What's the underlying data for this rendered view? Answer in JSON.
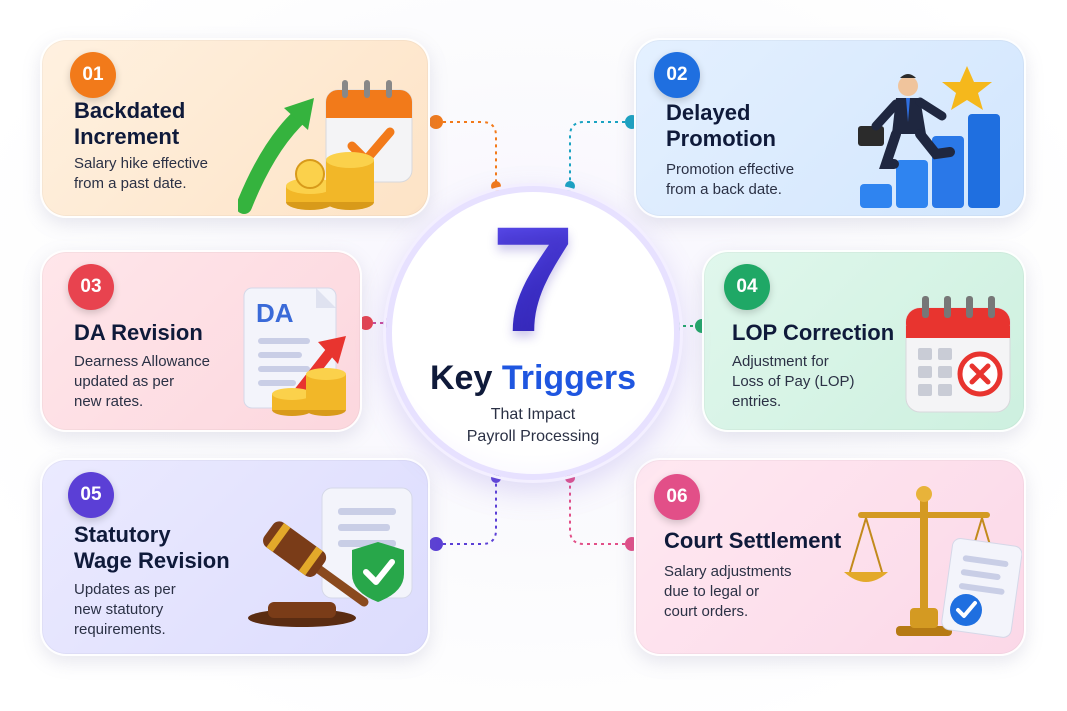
{
  "center": {
    "number": "7",
    "heading_a": "Key",
    "heading_b": "Triggers",
    "subtitle": "That Impact\nPayroll Processing"
  },
  "colors": {
    "c1": "#f27a1a",
    "c2": "#1f6fe0",
    "c3": "#e8434f",
    "c4": "#1fa866",
    "c5": "#5b3fd6",
    "c6": "#e24f88"
  },
  "triggers": [
    {
      "num": "01",
      "title": "Backdated\nIncrement",
      "desc": "Salary hike effective\nfrom a past date.",
      "icon": "calendar-coins-growth-icon"
    },
    {
      "num": "02",
      "title": "Delayed\nPromotion",
      "desc": "Promotion effective\nfrom a back date.",
      "icon": "businessman-steps-star-icon"
    },
    {
      "num": "03",
      "title": "DA Revision",
      "desc": "Dearness Allowance\nupdated as per\nnew rates.",
      "icon": "da-document-coins-icon",
      "icon_text": "DA"
    },
    {
      "num": "04",
      "title": "LOP Correction",
      "desc": "Adjustment for\nLoss of Pay (LOP)\nentries.",
      "icon": "calendar-cross-icon"
    },
    {
      "num": "05",
      "title": "Statutory\nWage Revision",
      "desc": "Updates as per\nnew statutory\nrequirements.",
      "icon": "gavel-document-shield-icon"
    },
    {
      "num": "06",
      "title": "Court Settlement",
      "desc": "Salary adjustments\ndue to legal or\ncourt orders.",
      "icon": "scales-document-check-icon"
    }
  ]
}
